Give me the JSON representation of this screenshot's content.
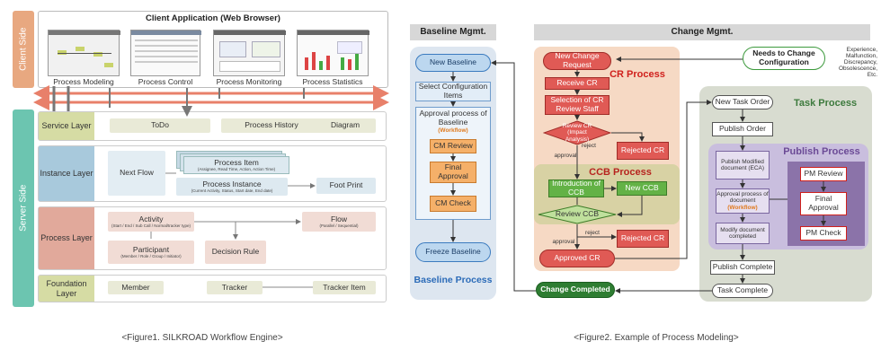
{
  "fig1": {
    "client_side_label": "Client Side",
    "server_side_label": "Server Side",
    "client_app_title": "Client Application (Web Browser)",
    "screens": [
      "Process Modeling",
      "Process Control",
      "Process Monitoring",
      "Process Statistics"
    ],
    "service_layer": {
      "label": "Service Layer",
      "items": [
        "ToDo",
        "Process History",
        "Diagram"
      ]
    },
    "instance_layer": {
      "label": "Instance Layer",
      "next_flow": "Next Flow",
      "process_item": "Process Item",
      "process_item_sub": "(Assignee, Read Time, Action, Action Time)",
      "process_instance": "Process Instance",
      "process_instance_sub": "(Current Activity, Status, Start date, End date)",
      "foot_print": "Foot Print"
    },
    "process_layer": {
      "label": "Process Layer",
      "activity": "Activity",
      "activity_sub": "(Start / End / Sub Call / Normal/tracker type)",
      "flow": "Flow",
      "flow_sub": "(Parallel / Sequential)",
      "participant": "Participant",
      "participant_sub": "(Member / Role / Group / Initiator)",
      "decision_rule": "Decision Rule"
    },
    "foundation_layer": {
      "label": "Foundation Layer",
      "items": [
        "Member",
        "Tracker",
        "Tracker Item"
      ]
    },
    "caption": "<Figure1. SILKROAD Workflow Engine>"
  },
  "fig2": {
    "baseline_header": "Baseline Mgmt.",
    "change_header": "Change Mgmt.",
    "baseline": {
      "new_baseline": "New Baseline",
      "select_items": "Select Configuration Items",
      "approval_title": "Approval process of Baseline",
      "workflow_tag": "(Workflow)",
      "cm_review": "CM Review",
      "final_approval": "Final Approval",
      "cm_check": "CM Check",
      "freeze": "Freeze Baseline",
      "process_label": "Baseline Process"
    },
    "cr": {
      "new_change_request": "New Change Request",
      "process_label": "CR Process",
      "receive_cr": "Receive CR",
      "selection_staff": "Selection of CR Review Staff",
      "review_cr": "Review CR (Impact Analysis)",
      "reject": "reject",
      "rejected_cr": "Rejected CR",
      "approval": "approval",
      "approved_cr": "Approved CR"
    },
    "ccb": {
      "process_label": "CCB Process",
      "introduction": "Introduction of CCB",
      "new_ccb": "New CCB",
      "review_ccb": "Review CCB",
      "reject": "reject",
      "rejected_cr": "Rejected CR",
      "approval": "approval"
    },
    "needs": {
      "label": "Needs to Change Configuration",
      "reasons": [
        "Experience,",
        "Malfunction,",
        "Discrepancy,",
        "Obsolescence,",
        "Etc."
      ]
    },
    "task": {
      "process_label": "Task Process",
      "new_task_order": "New Task Order",
      "publish_order": "Publish Order",
      "publish_modified": "Publish Modified document (ECA)",
      "approval_doc": "Approval process of document",
      "workflow_tag": "(Workflow)",
      "modify_doc": "Modify document completed",
      "publish_complete": "Publish Complete",
      "task_complete": "Task Complete"
    },
    "publish": {
      "process_label": "Publish Process",
      "pm_review": "PM Review",
      "final_approval": "Final Approval",
      "pm_check": "PM Check"
    },
    "change_completed": "Change Completed",
    "caption": "<Figure2. Example of Process Modeling>"
  },
  "colors": {
    "client_band": "#e8a880",
    "server_band": "#6cc5b0",
    "service": "#d6dca4",
    "instance": "#a8c9dc",
    "process": "#e1a99b",
    "foundation": "#d6dca4",
    "arrow_red": "#e8806a",
    "cr_bg": "#f6d9c4",
    "ccb_bg": "#d8d2a4",
    "task_bg": "#d8dcd0",
    "publish_bg": "#c9bede",
    "red_box": "#e05a55",
    "green_box": "#63b246",
    "orange_box": "#f5b069",
    "baseline_bg": "#dde6f0"
  }
}
